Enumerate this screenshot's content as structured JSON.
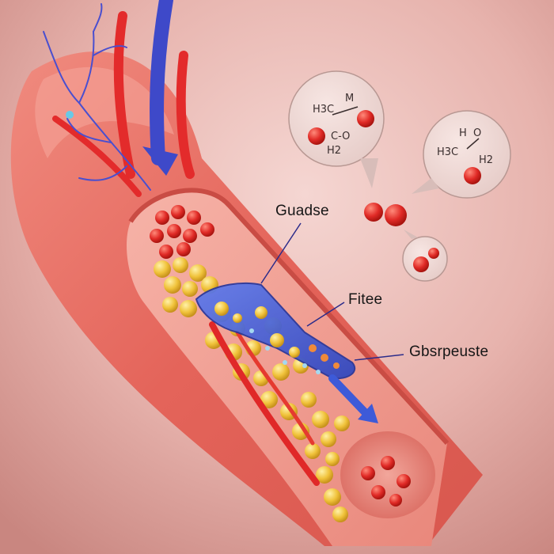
{
  "labels": {
    "top": "Guadse",
    "middle": "Fitee",
    "bottom": "Gbsrpeuste"
  },
  "molecules": {
    "left": {
      "line1": "M",
      "line2": "H3C",
      "line3": "C-O",
      "line4": "H2"
    },
    "right": {
      "line1": "H",
      "line2": "H3C",
      "line3": "O",
      "line4": "H2"
    }
  },
  "colors": {
    "background": "#e8b9b5",
    "vessel": "#e66a60",
    "vessel_inner": "#f2a49a",
    "artery": "#e32b2b",
    "vein": "#3e49c9",
    "fat_cell": "#f0c23a",
    "filter": "#3d5ad8",
    "red_sphere": "#de2424"
  }
}
